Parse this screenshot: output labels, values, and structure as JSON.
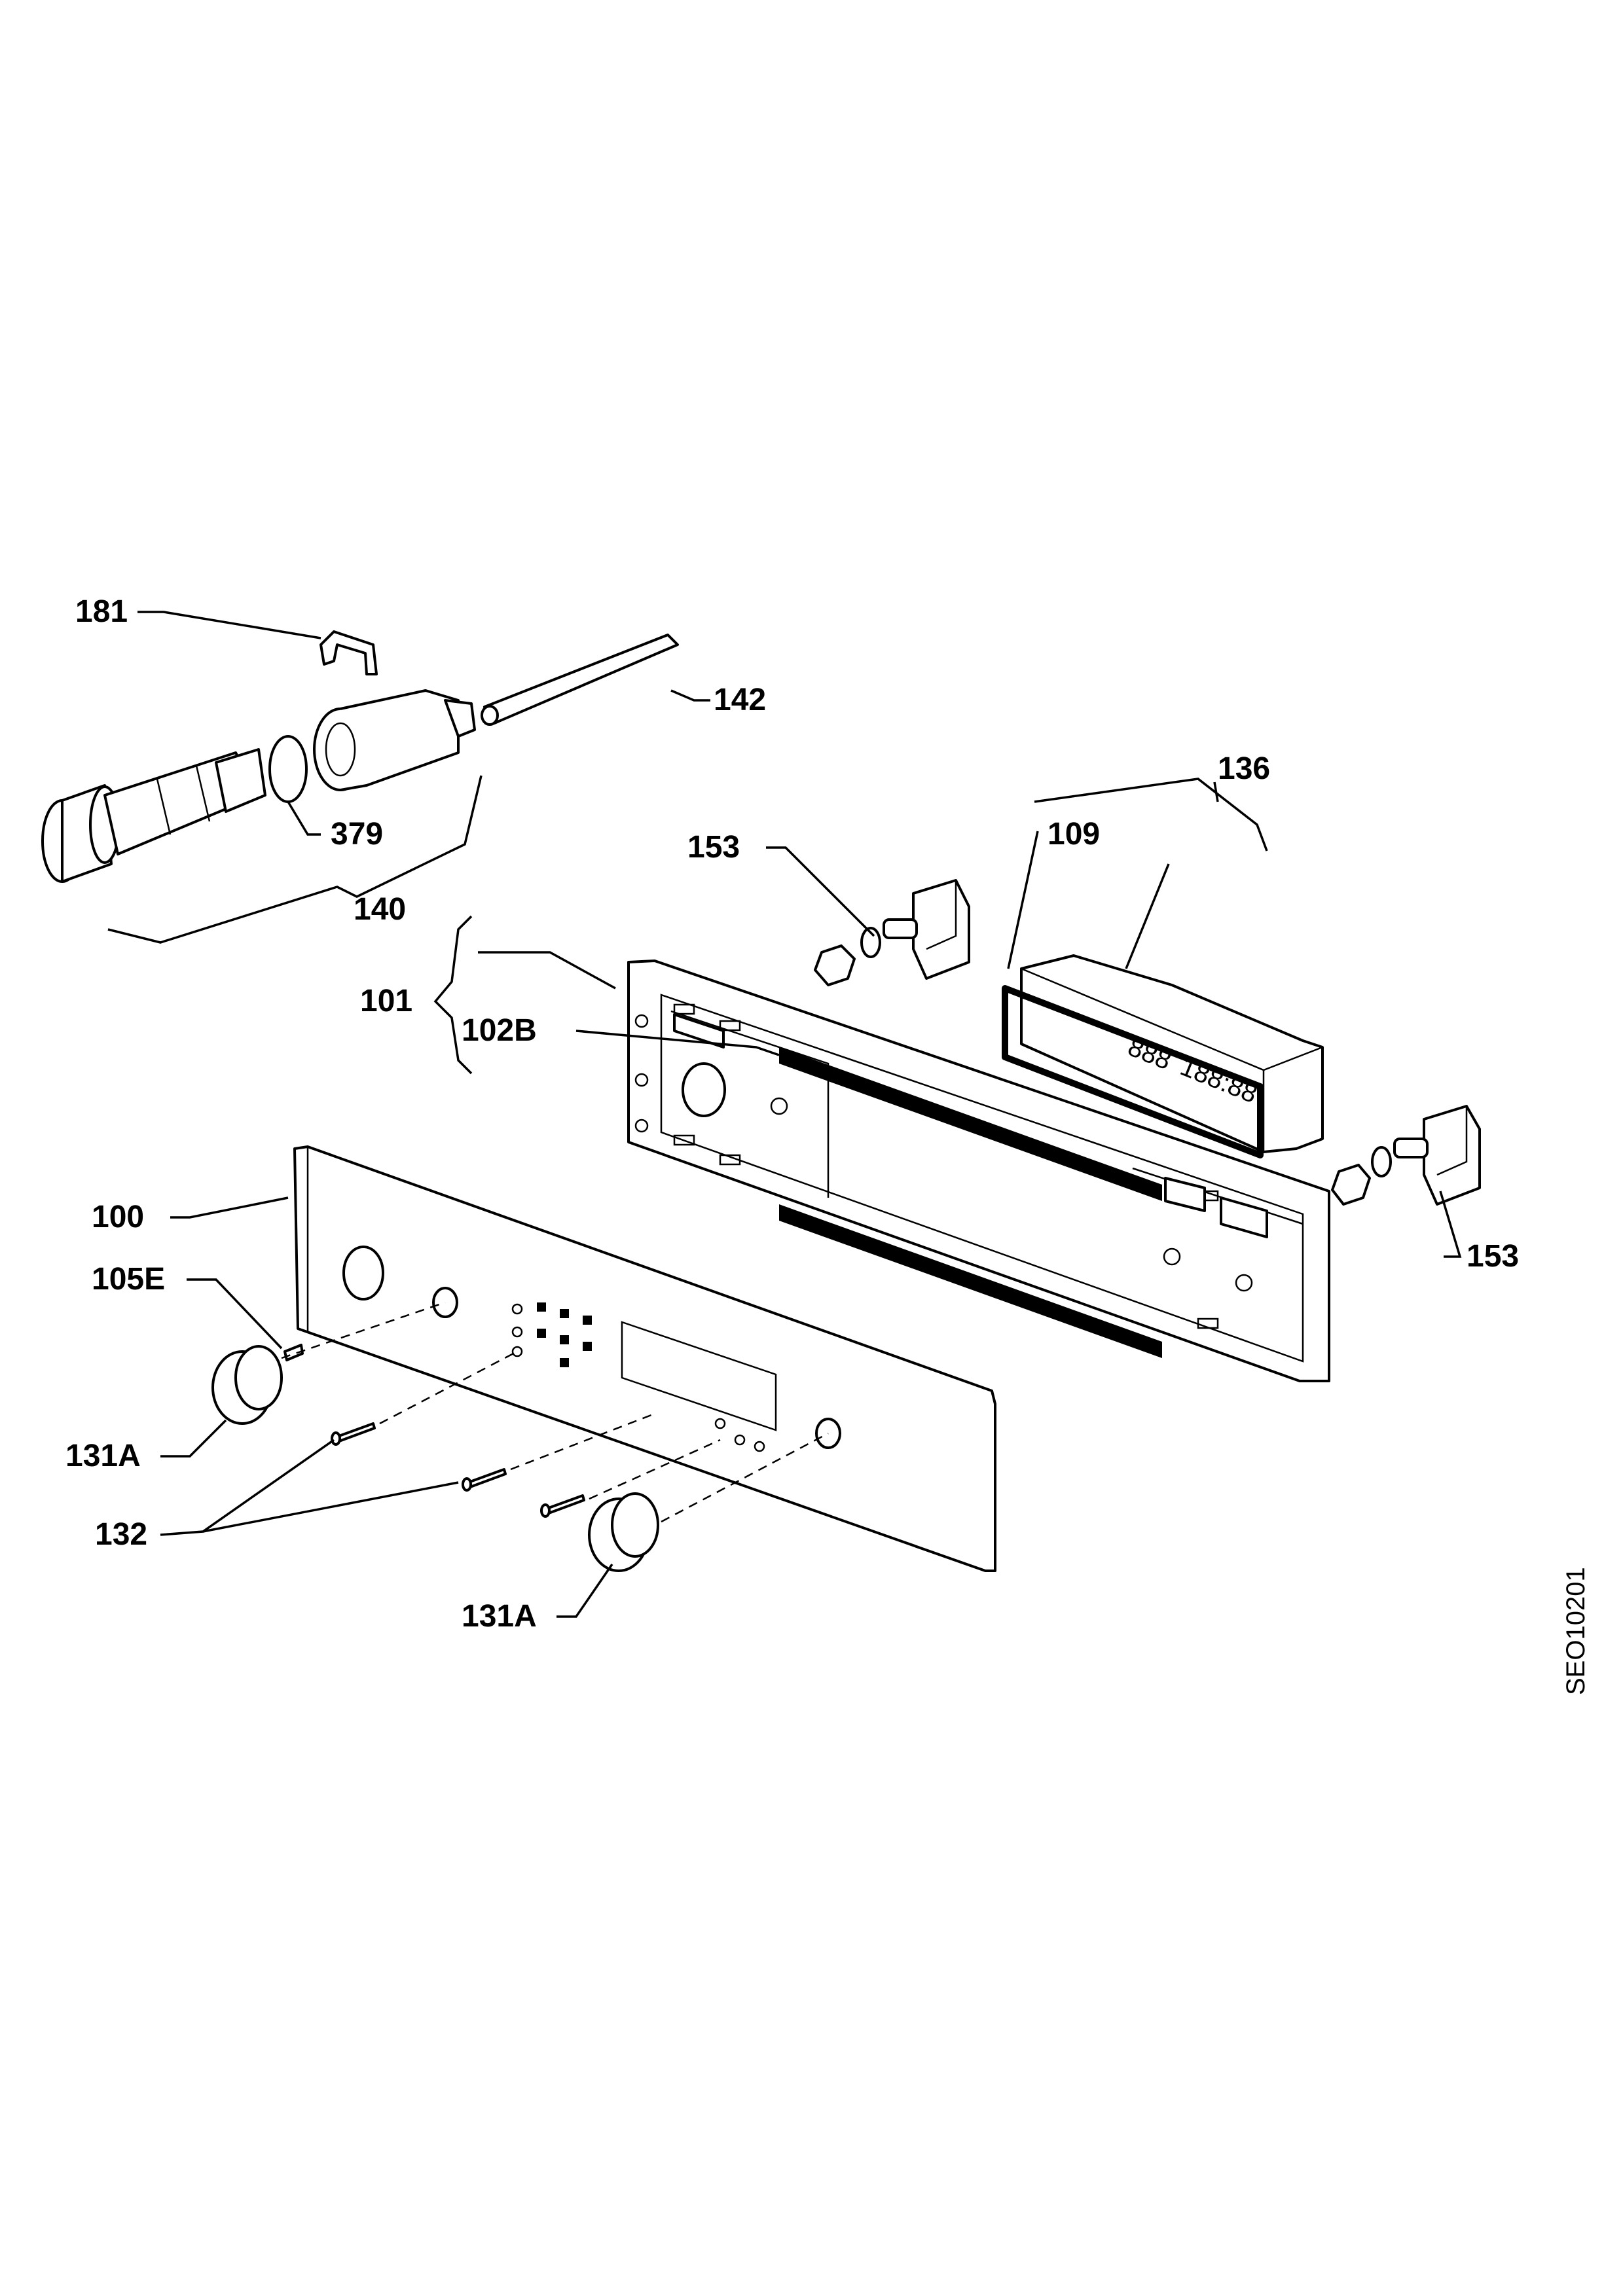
{
  "labels": {
    "p181": "181",
    "p142": "142",
    "p379": "379",
    "p140": "140",
    "p153a": "153",
    "p136": "136",
    "p109": "109",
    "p101": "101",
    "p102b": "102B",
    "p100": "100",
    "p105e": "105E",
    "p131a_left": "131A",
    "p132": "132",
    "p131a_bottom": "131A",
    "p153b": "153"
  },
  "drawing_code": "SEO10201"
}
